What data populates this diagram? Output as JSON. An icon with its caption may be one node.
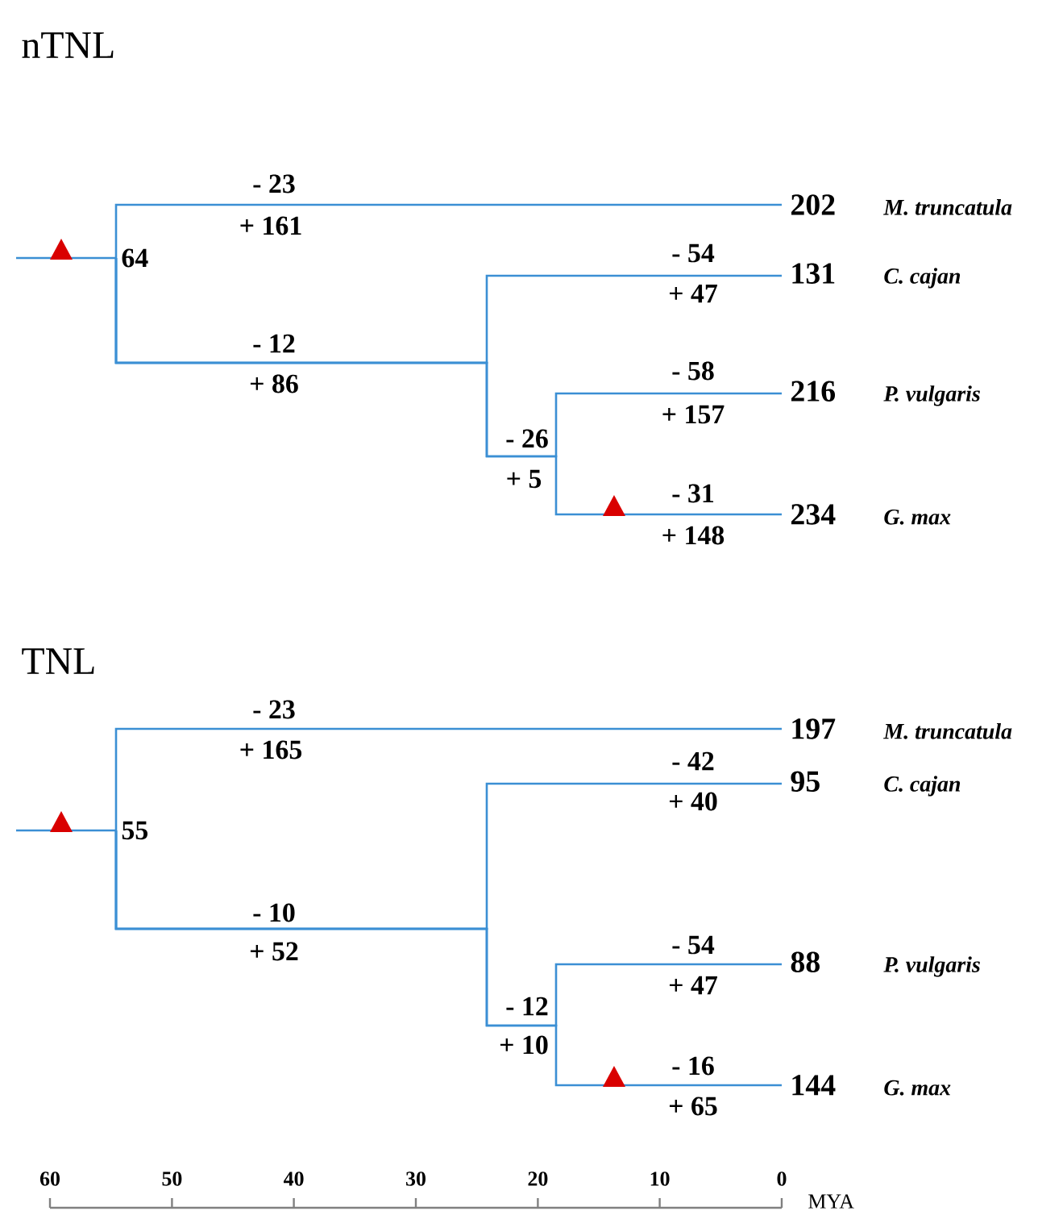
{
  "diagram": {
    "nodes": [
      {
        "text": [
          "64"
        ]
      },
      {
        "text": [
          "202",
          "M. truncatula"
        ]
      },
      {
        "text": [
          "131",
          "C. cajan"
        ]
      },
      {
        "text": [
          "216",
          "P. vulgaris"
        ]
      },
      {
        "text": [
          "234",
          "G. max"
        ]
      },
      {
        "text": [
          "55"
        ]
      },
      {
        "text": [
          "197",
          "M. truncatula"
        ]
      },
      {
        "text": [
          "95",
          "C. cajan"
        ]
      },
      {
        "text": [
          "88",
          "P. vulgaris"
        ]
      },
      {
        "text": [
          "144",
          "G. max"
        ]
      }
    ],
    "edges": [
      {
        "from": null,
        "to": 0,
        "arrow": "none"
      },
      {
        "from": 0,
        "to": 1,
        "arrow": "none"
      },
      {
        "from": 0,
        "to": 2,
        "arrow": "none"
      },
      {
        "from": 0,
        "to": 3,
        "arrow": "none"
      },
      {
        "from": 0,
        "to": 4,
        "arrow": "none"
      },
      {
        "from": null,
        "to": 5,
        "arrow": "none"
      },
      {
        "from": 5,
        "to": 6,
        "arrow": "none"
      },
      {
        "from": 5,
        "to": 7,
        "arrow": "none"
      },
      {
        "from": 5,
        "to": 8,
        "arrow": "none"
      },
      {
        "from": 5,
        "to": 9,
        "arrow": "none"
      }
    ],
    "labels": [
      "nTNL",
      "- 23",
      "+ 161",
      "- 54",
      "+ 47",
      "- 12",
      "+ 86",
      "- 58",
      "+ 157",
      "- 26",
      "+ 5",
      "- 31",
      "+ 148",
      "TNL",
      "- 23",
      "+ 165",
      "- 42",
      "+ 40",
      "- 10",
      "+ 52",
      "- 54",
      "+ 47",
      "- 12",
      "+ 10",
      "- 16",
      "+ 65",
      "60",
      "50",
      "40",
      "30",
      "20",
      "10",
      "0",
      "MYA"
    ]
  }
}
